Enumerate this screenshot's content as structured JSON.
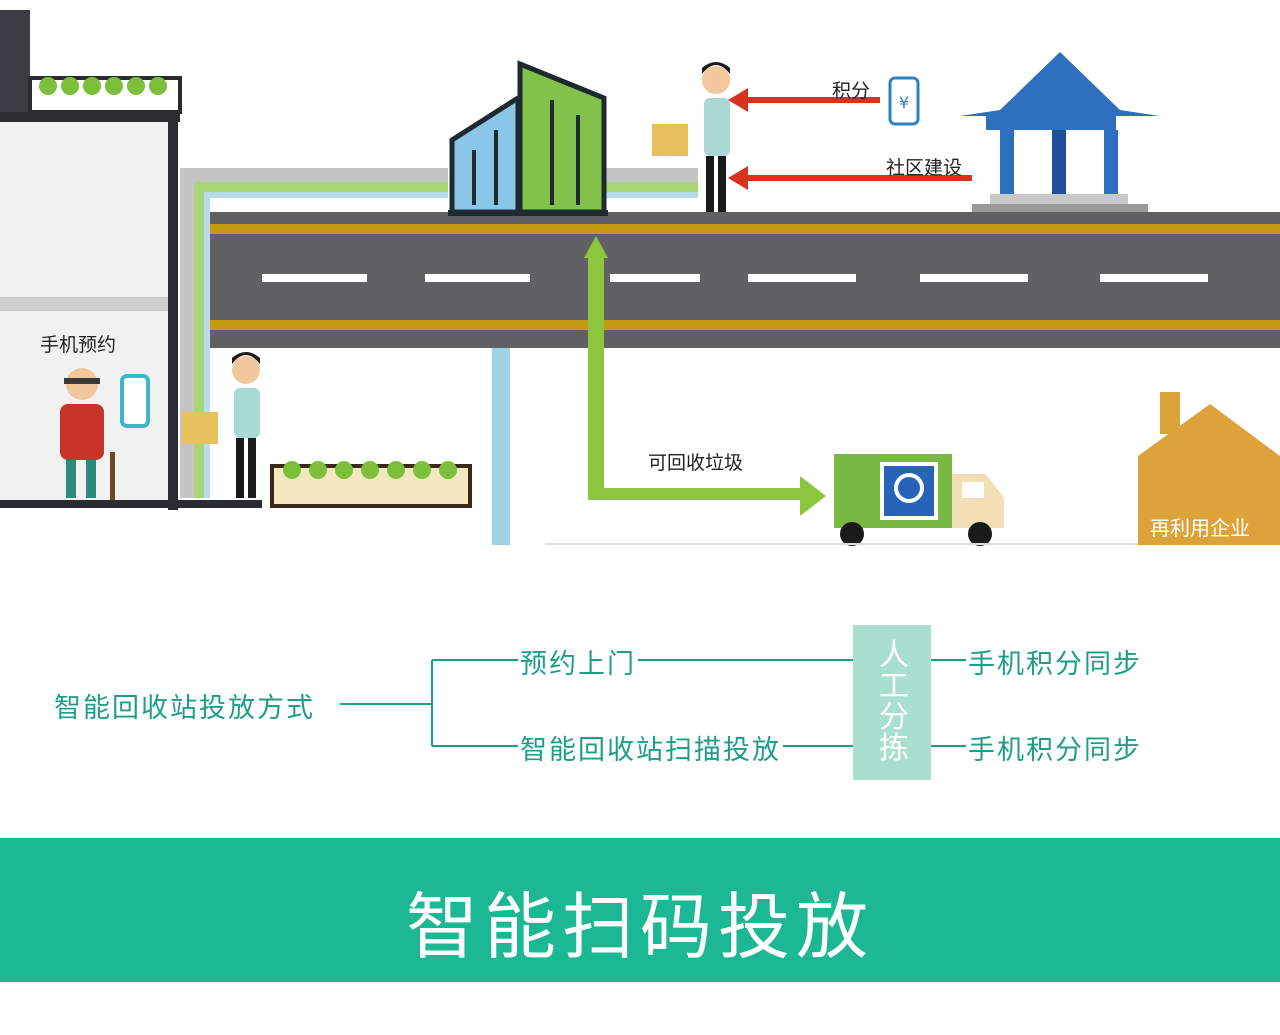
{
  "scene": {
    "phone_booking": "手机预约",
    "points": "积分",
    "community": "社区建设",
    "recyclable": "可回收垃圾",
    "reuse_company": "再利用企业",
    "phone_screen_symbol": "¥"
  },
  "flow": {
    "root": "智能回收站投放方式",
    "branch_top": "预约上门",
    "branch_bottom": "智能回收站扫描投放",
    "sorting": "人工分拣",
    "result_top": "手机积分同步",
    "result_bottom": "手机积分同步"
  },
  "banner": {
    "title": "智能扫码投放"
  },
  "colors": {
    "teal": "#1cb894",
    "flow_text": "#1e9e8a",
    "road": "#5f6163",
    "road_stripe": "#c69a12",
    "green_pipe": "#8cc63f",
    "red_arrow": "#d9321f",
    "pavilion_blue": "#2e6fc0",
    "house_orange": "#dda23a"
  }
}
